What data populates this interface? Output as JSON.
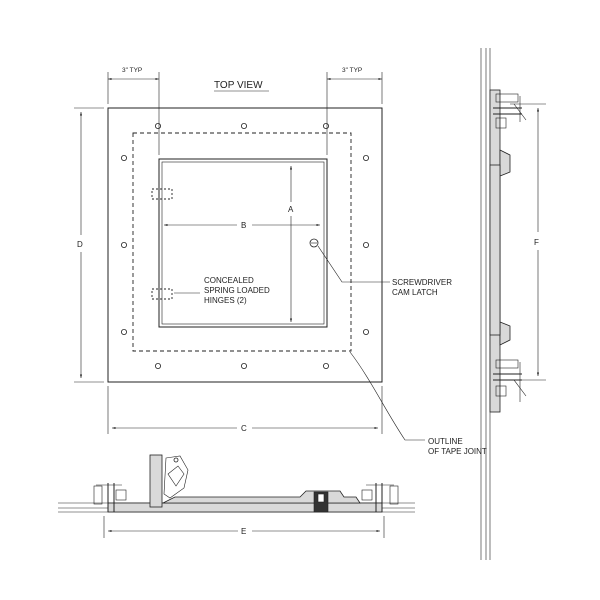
{
  "labels": {
    "dim_3_typ_left": "3\" TYP",
    "dim_3_typ_right": "3\" TYP",
    "top_view": "TOP VIEW",
    "dim_a": "A",
    "dim_b": "B",
    "dim_c": "C",
    "dim_d": "D",
    "dim_e": "E",
    "dim_f": "F",
    "hinges_line1": "CONCEALED",
    "hinges_line2": "SPRING LOADED",
    "hinges_line3": "HINGES (2)",
    "latch_line1": "SCREWDRIVER",
    "latch_line2": "CAM LATCH",
    "tape_line1": "OUTLINE",
    "tape_line2": "OF TAPE JOINT"
  }
}
